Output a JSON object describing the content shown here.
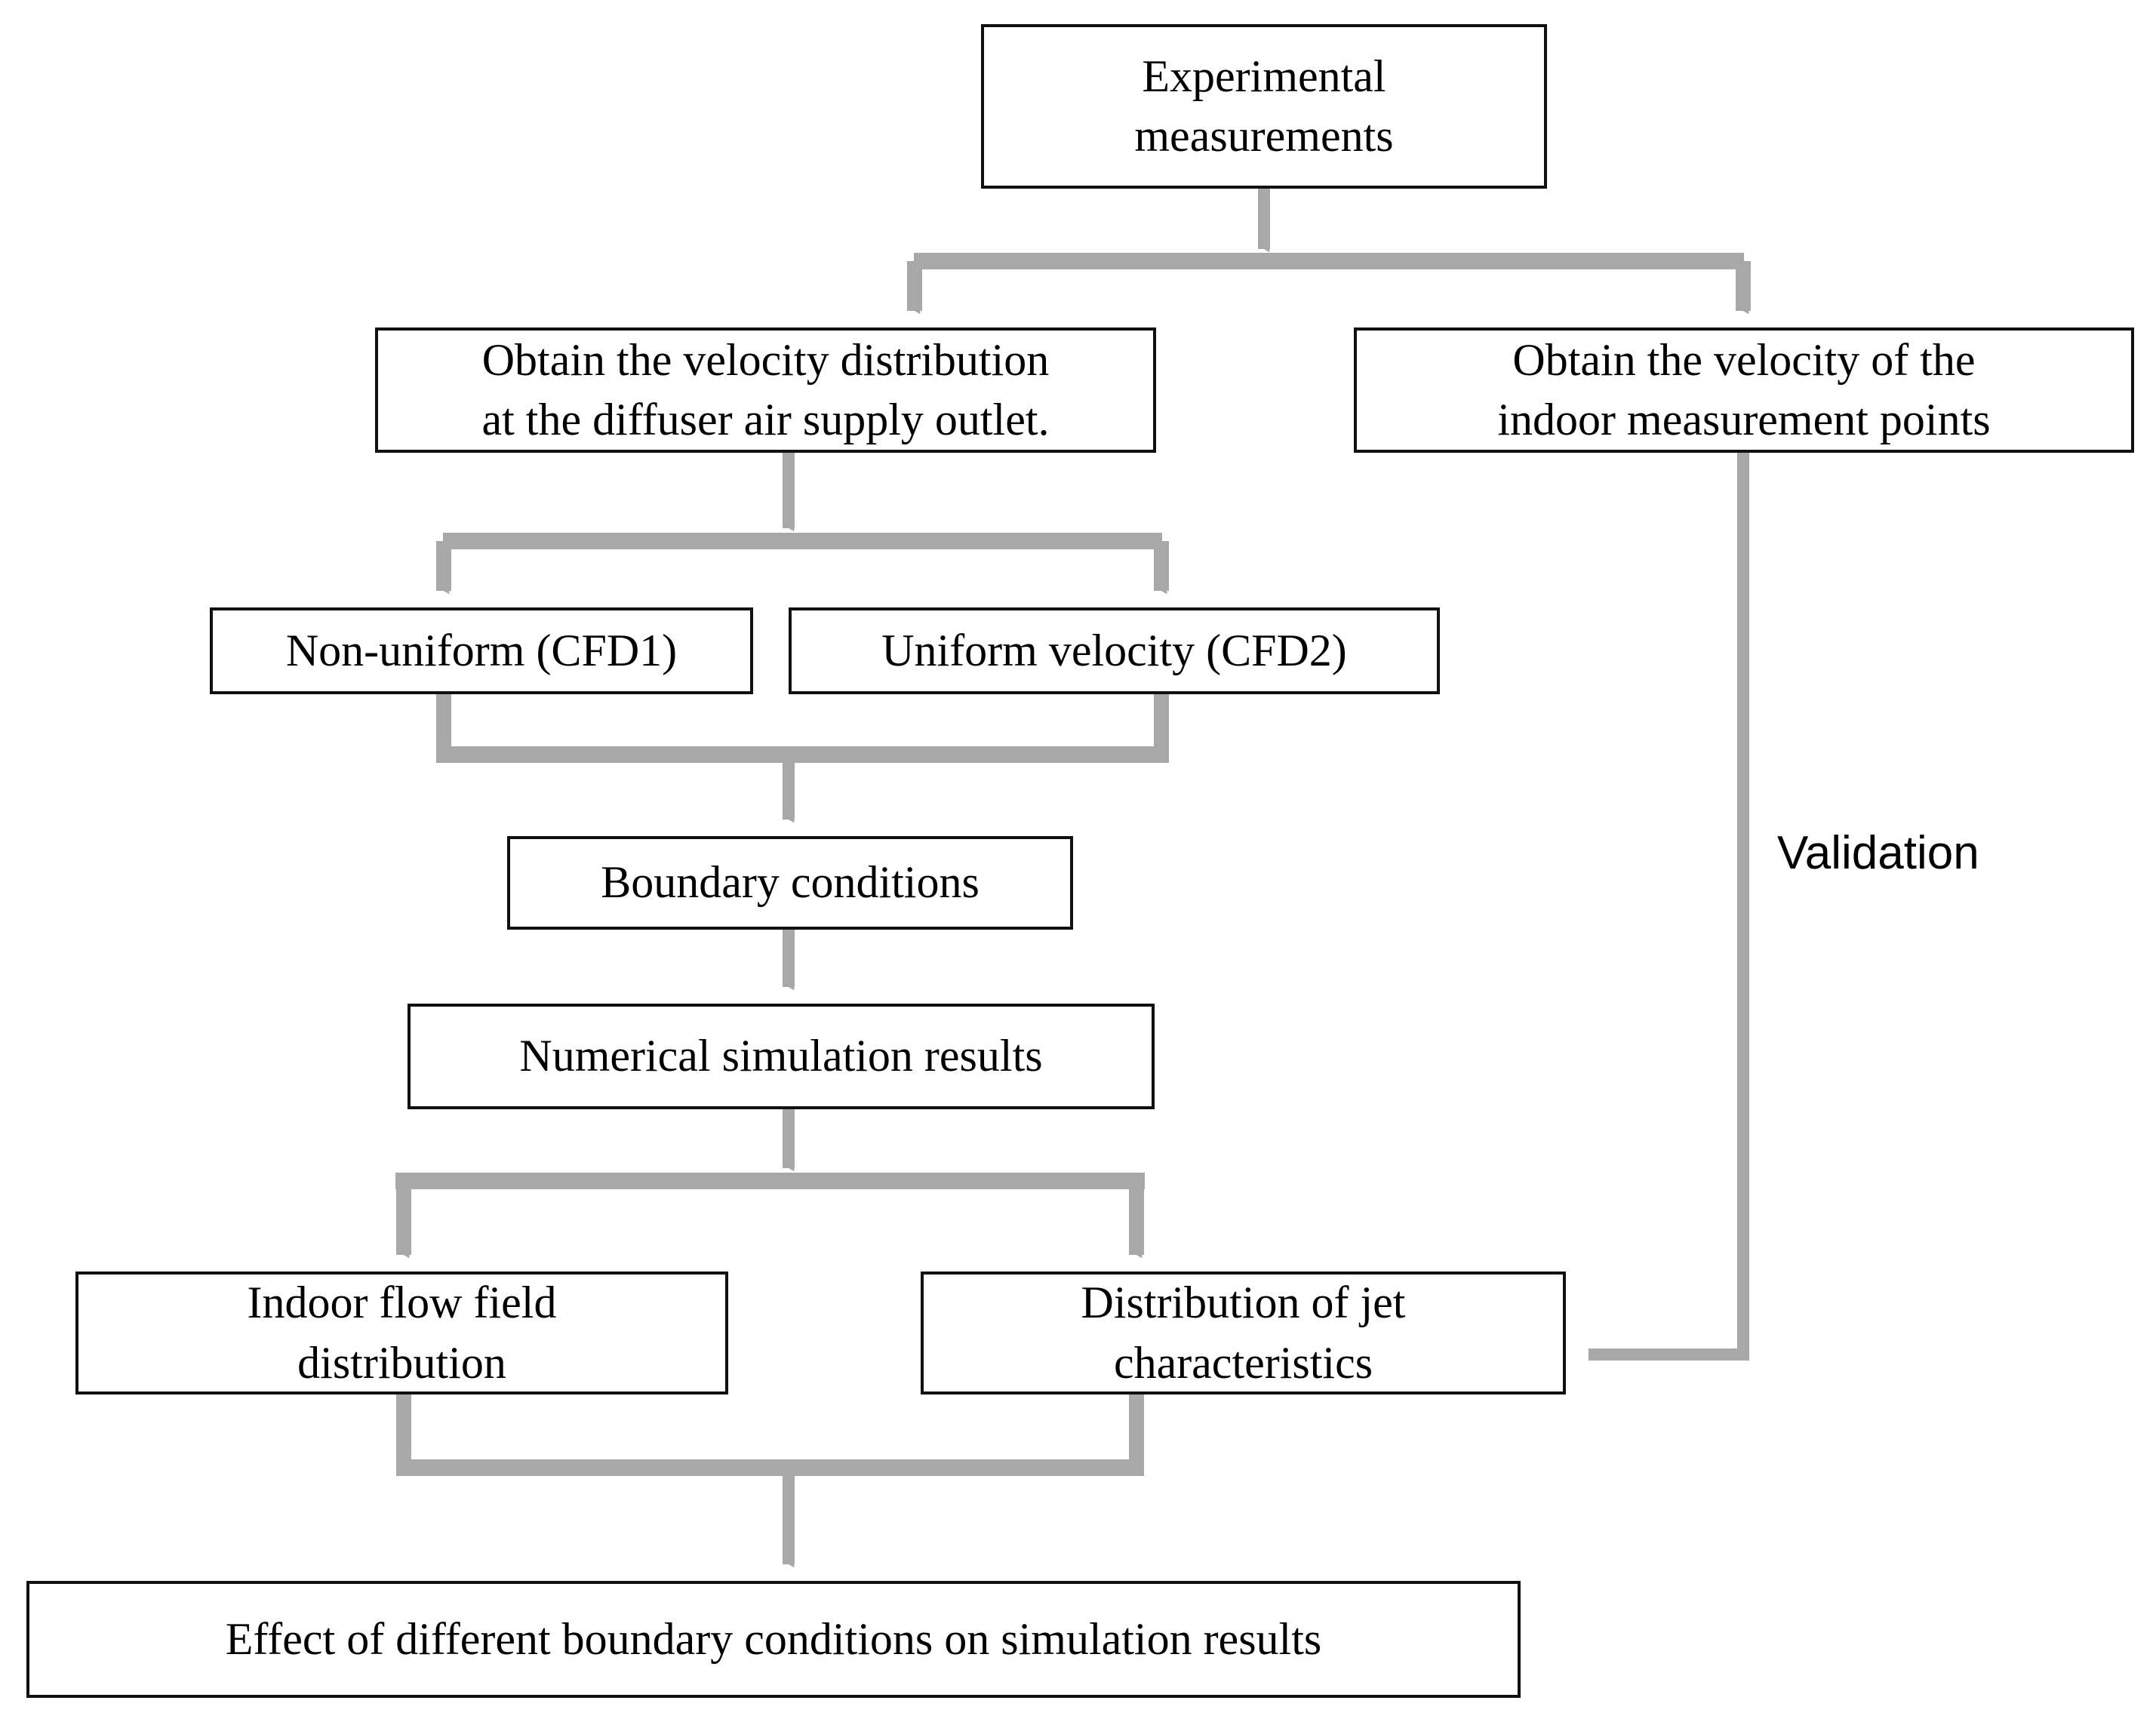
{
  "diagram": {
    "title": "CFD boundary condition study flowchart",
    "background_color": "#ffffff",
    "box_border_color": "#111111",
    "connector_color": "#a8a8a8",
    "text_color": "#000000"
  },
  "nodes": {
    "experimental_measurements": "Experimental\nmeasurements",
    "obtain_velocity_distribution": "Obtain the velocity distribution\nat the diffuser air supply outlet.",
    "obtain_velocity_indoor_points": "Obtain the velocity of the\nindoor measurement points",
    "non_uniform_cfd1": "Non-uniform (CFD1)",
    "uniform_velocity_cfd2": "Uniform velocity (CFD2)",
    "boundary_conditions": "Boundary conditions",
    "numerical_simulation_results": "Numerical simulation results",
    "indoor_flow_field_distribution": "Indoor flow field\ndistribution",
    "distribution_of_jet_characteristics": "Distribution of jet\ncharacteristics",
    "effect_of_boundary_conditions": "Effect of different boundary conditions on simulation results"
  },
  "edge_labels": {
    "validation": "Validation"
  },
  "flow": {
    "edges": [
      {
        "from": "experimental_measurements",
        "to": "obtain_velocity_distribution",
        "type": "split-down"
      },
      {
        "from": "experimental_measurements",
        "to": "obtain_velocity_indoor_points",
        "type": "split-down"
      },
      {
        "from": "obtain_velocity_distribution",
        "to": "non_uniform_cfd1",
        "type": "split-down"
      },
      {
        "from": "obtain_velocity_distribution",
        "to": "uniform_velocity_cfd2",
        "type": "split-down"
      },
      {
        "from": "non_uniform_cfd1",
        "to": "boundary_conditions",
        "type": "merge-down"
      },
      {
        "from": "uniform_velocity_cfd2",
        "to": "boundary_conditions",
        "type": "merge-down"
      },
      {
        "from": "boundary_conditions",
        "to": "numerical_simulation_results",
        "type": "straight-down"
      },
      {
        "from": "numerical_simulation_results",
        "to": "indoor_flow_field_distribution",
        "type": "split-down"
      },
      {
        "from": "numerical_simulation_results",
        "to": "distribution_of_jet_characteristics",
        "type": "split-down"
      },
      {
        "from": "indoor_flow_field_distribution",
        "to": "effect_of_boundary_conditions",
        "type": "merge-down"
      },
      {
        "from": "distribution_of_jet_characteristics",
        "to": "effect_of_boundary_conditions",
        "type": "merge-down"
      },
      {
        "from": "obtain_velocity_indoor_points",
        "to": "distribution_of_jet_characteristics",
        "type": "elbow-left",
        "label": "validation"
      }
    ]
  }
}
